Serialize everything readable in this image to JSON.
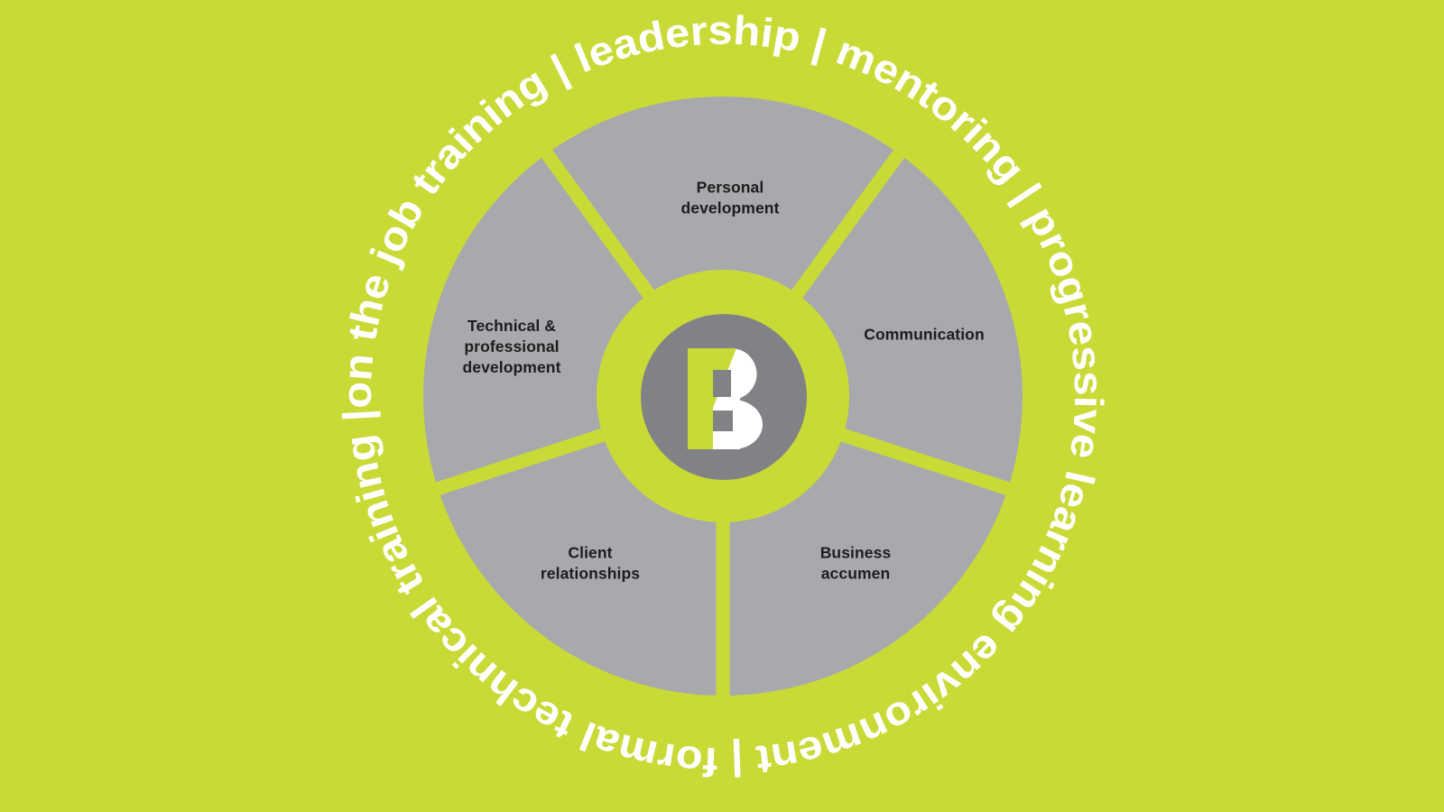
{
  "colors": {
    "lime": "#c9da37",
    "segment_gray": "#a8a9ac",
    "center_gray": "#808285",
    "ring_text": "#ffffff",
    "label_text": "#1d1d1d",
    "logo_white": "#ffffff"
  },
  "outer_ring": {
    "text": "on the job training | leadership | mentoring | progressive learning environment | formal technical training | "
  },
  "segments": [
    {
      "name": "personal-development",
      "label": "Personal\ndevelopment"
    },
    {
      "name": "communication",
      "label": "Communication"
    },
    {
      "name": "business-accumen",
      "label": "Business\naccumen"
    },
    {
      "name": "client-relationships",
      "label": "Client\nrelationships"
    },
    {
      "name": "technical-professional-development",
      "label": "Technical &\nprofessional\ndevelopment"
    }
  ],
  "center_logo": {
    "letter": "B"
  }
}
